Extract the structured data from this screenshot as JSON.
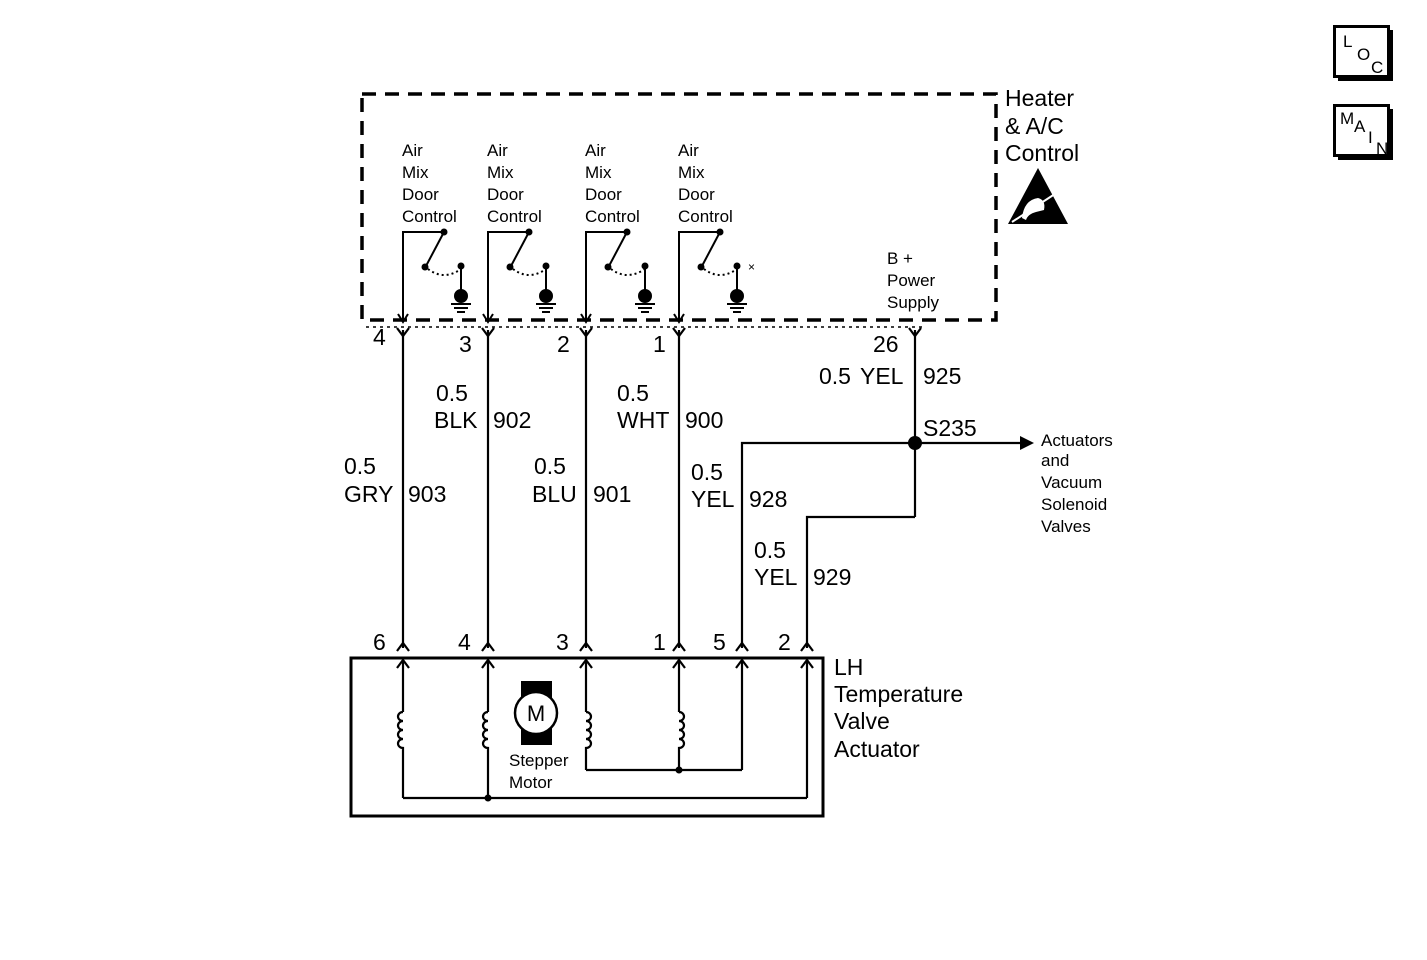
{
  "nav": {
    "loc_letters": [
      "L",
      "O",
      "C"
    ],
    "main_letters": [
      "M",
      "A",
      "I",
      "N"
    ]
  },
  "control": {
    "title_lines": [
      "Heater",
      "& A/C",
      "Control"
    ],
    "switch_label_lines": [
      "Air",
      "Mix",
      "Door",
      "Control"
    ],
    "supply_lines": [
      "B +",
      "Power",
      "Supply"
    ],
    "pins": [
      "4",
      "3",
      "2",
      "1",
      "26"
    ]
  },
  "wires": [
    {
      "size": "0.5",
      "color": "GRY",
      "circuit": "903"
    },
    {
      "size": "0.5",
      "color": "BLK",
      "circuit": "902"
    },
    {
      "size": "0.5",
      "color": "BLU",
      "circuit": "901"
    },
    {
      "size": "0.5",
      "color": "WHT",
      "circuit": "900"
    },
    {
      "size": "0.5",
      "color": "YEL",
      "circuit": "925"
    },
    {
      "size": "0.5",
      "color": "YEL",
      "circuit": "928"
    },
    {
      "size": "0.5",
      "color": "YEL",
      "circuit": "929"
    }
  ],
  "splice": {
    "name": "S235",
    "dest_lines": [
      "Actuators",
      "and",
      "Vacuum",
      "Solenoid",
      "Valves"
    ]
  },
  "actuator": {
    "title_lines": [
      "LH",
      "Temperature",
      "Valve",
      "Actuator"
    ],
    "pins": [
      "6",
      "4",
      "3",
      "1",
      "5",
      "2"
    ],
    "motor_symbol": "M",
    "motor_label_lines": [
      "Stepper",
      "Motor"
    ]
  }
}
